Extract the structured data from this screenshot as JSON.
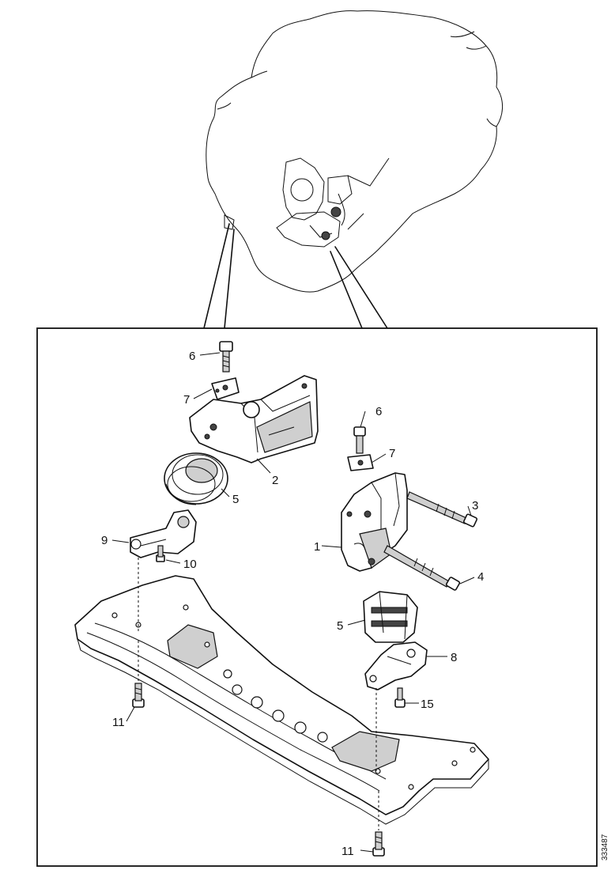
{
  "callouts": {
    "c1": "1",
    "c2": "2",
    "c3": "3",
    "c4": "4",
    "c5a": "5",
    "c5b": "5",
    "c6a": "6",
    "c6b": "6",
    "c7a": "7",
    "c7b": "7",
    "c8": "8",
    "c9": "9",
    "c10": "10",
    "c11a": "11",
    "c11b": "11",
    "c15": "15"
  },
  "figure_code": "333487"
}
